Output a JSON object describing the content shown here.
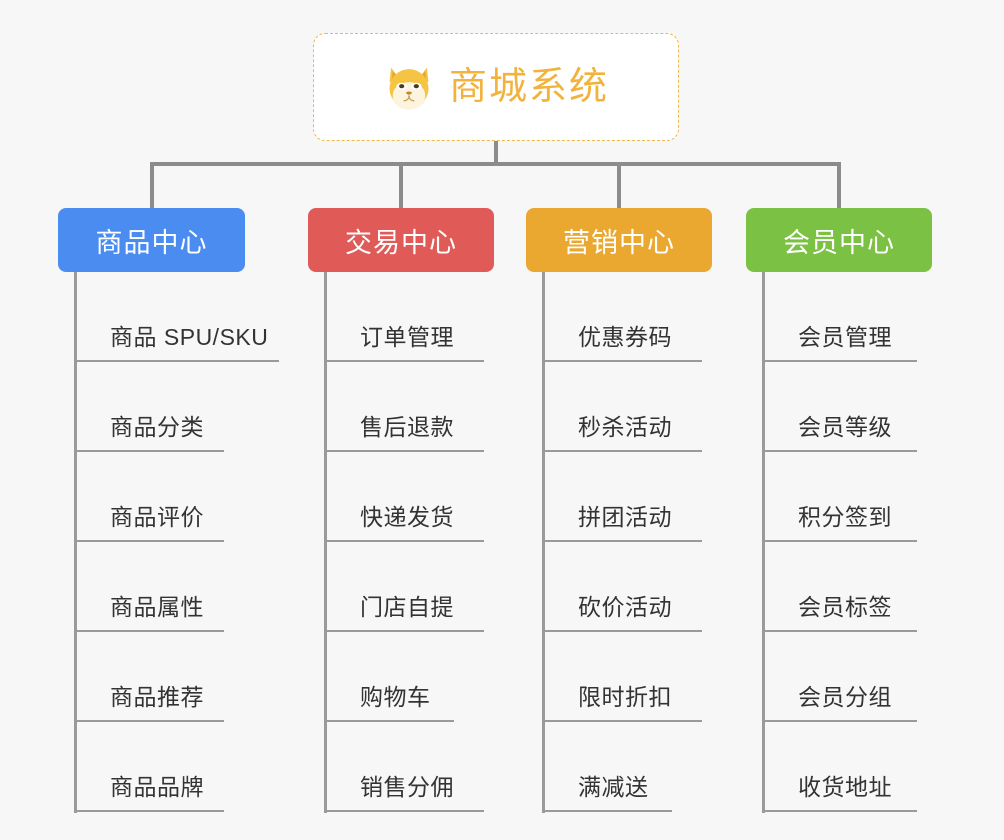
{
  "page": {
    "background_color": "#f7f7f7",
    "type": "mindmap"
  },
  "root": {
    "label": "商城系统",
    "icon": "shiba-dog-icon",
    "text_color": "#f2b33d",
    "border_color": "#f0b84a",
    "background_color": "#ffffff"
  },
  "connector": {
    "color": "#8c8c8c"
  },
  "branches": [
    {
      "label": "商品中心",
      "color": "#4a8cf0",
      "items": [
        "商品 SPU/SKU",
        "商品分类",
        "商品评价",
        "商品属性",
        "商品推荐",
        "商品品牌"
      ]
    },
    {
      "label": "交易中心",
      "color": "#e05a58",
      "items": [
        "订单管理",
        "售后退款",
        "快递发货",
        "门店自提",
        "购物车",
        "销售分佣"
      ]
    },
    {
      "label": "营销中心",
      "color": "#eaa831",
      "items": [
        "优惠券码",
        "秒杀活动",
        "拼团活动",
        "砍价活动",
        "限时折扣",
        "满减送"
      ]
    },
    {
      "label": "会员中心",
      "color": "#7bc143",
      "items": [
        "会员管理",
        "会员等级",
        "积分签到",
        "会员标签",
        "会员分组",
        "收货地址"
      ]
    }
  ]
}
